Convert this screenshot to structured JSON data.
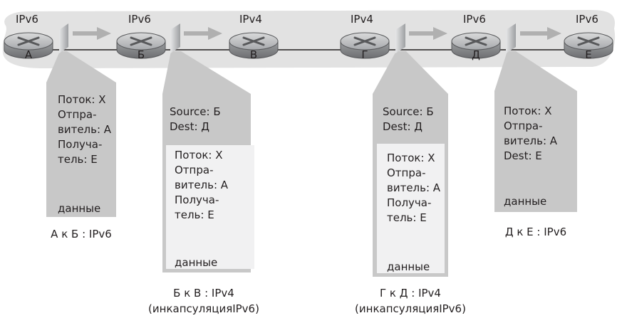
{
  "nodes": [
    {
      "id": "A",
      "label": "А",
      "protocol": "IPv6"
    },
    {
      "id": "B",
      "label": "Б",
      "protocol": "IPv6"
    },
    {
      "id": "C",
      "label": "В",
      "protocol": "IPv4"
    },
    {
      "id": "D",
      "label": "Г",
      "protocol": "IPv4"
    },
    {
      "id": "E",
      "label": "Д",
      "protocol": "IPv6"
    },
    {
      "id": "F",
      "label": "Е",
      "protocol": "IPv6"
    }
  ],
  "packets": {
    "ab": {
      "lines": [
        "Поток: X",
        "Отпра-",
        "витель: А",
        "Получа-",
        "тель: Е"
      ],
      "data": "данные",
      "caption": "А к Б : IPv6"
    },
    "bc": {
      "outer": [
        "Source: Б",
        "Dest: Д"
      ],
      "lines": [
        "Поток: X",
        "Отпра-",
        "витель: А",
        "Получа-",
        "тель: Е"
      ],
      "data": "данные",
      "caption1": "Б к В : IPv4",
      "caption2": "(инкапсуляцияIPv6)"
    },
    "de": {
      "outer": [
        "Source: Б",
        "Dest: Д"
      ],
      "lines": [
        "Поток: X",
        "Отпра-",
        "витель: А",
        "Получа-",
        "тель: Е"
      ],
      "data": "данные",
      "caption1": "Г к Д : IPv4",
      "caption2": "(инкапсуляцияIPv6)"
    },
    "ef": {
      "lines": [
        "Поток: X",
        "Отпра-",
        "витель: А",
        "Dest: Е"
      ],
      "data": "данные",
      "caption": "Д к Е : IPv6"
    }
  },
  "colors": {
    "band": "#e2e2e2",
    "router_fill": "#bcbec0",
    "router_dark": "#6d6e71",
    "packet_outer": "#c8c8c8",
    "packet_inner": "#f1f1f2",
    "arrow": "#b0b0b0"
  }
}
